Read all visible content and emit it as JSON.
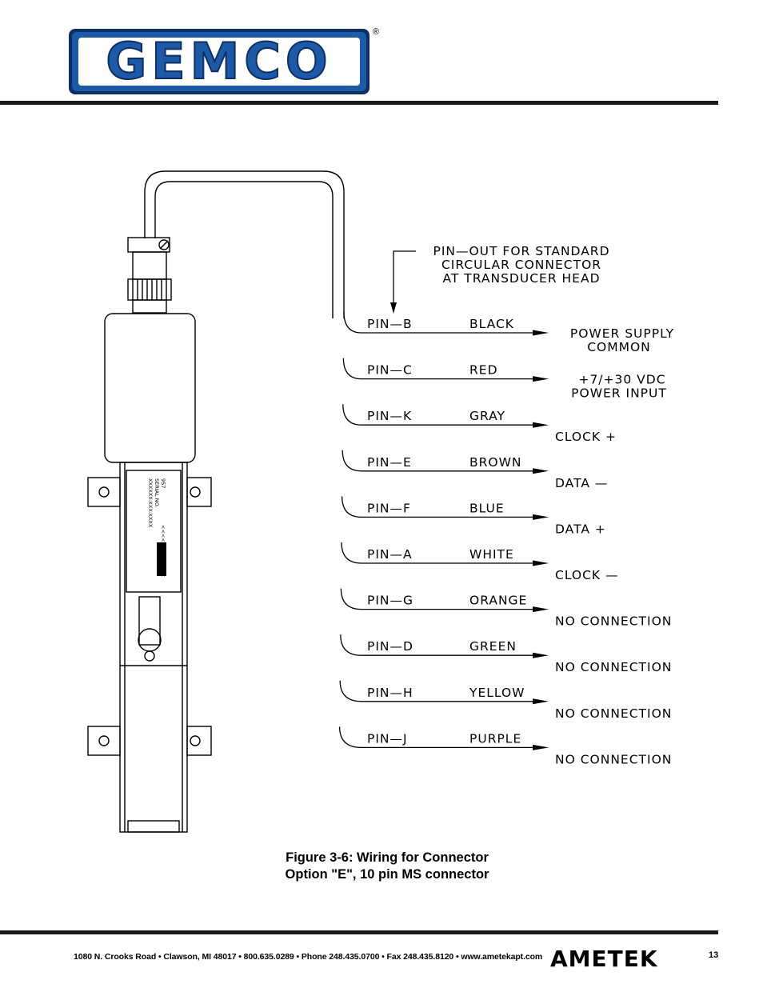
{
  "brand": {
    "logo_text": "GEMCO",
    "registered_mark": "®"
  },
  "figure": {
    "header": [
      "PIN—OUT FOR STANDARD",
      "CIRCULAR CONNECTOR",
      "AT TRANSDUCER HEAD"
    ],
    "rows": [
      {
        "pin": "PIN—B",
        "color": "BLACK",
        "fn": [
          "POWER  SUPPLY",
          "COMMON"
        ]
      },
      {
        "pin": "PIN—C",
        "color": "RED",
        "fn": [
          "+7/+30  VDC",
          "POWER  INPUT"
        ]
      },
      {
        "pin": "PIN—K",
        "color": "GRAY",
        "fn": [
          "CLOCK  +"
        ]
      },
      {
        "pin": "PIN—E",
        "color": "BROWN",
        "fn": [
          "DATA  —"
        ]
      },
      {
        "pin": "PIN—F",
        "color": "BLUE",
        "fn": [
          "DATA  +"
        ]
      },
      {
        "pin": "PIN—A",
        "color": "WHITE",
        "fn": [
          "CLOCK  —"
        ]
      },
      {
        "pin": "PIN—G",
        "color": "ORANGE",
        "fn": [
          "NO  CONNECTION"
        ]
      },
      {
        "pin": "PIN—D",
        "color": "GREEN",
        "fn": [
          "NO  CONNECTION"
        ]
      },
      {
        "pin": "PIN—H",
        "color": "YELLOW",
        "fn": [
          "NO  CONNECTION"
        ]
      },
      {
        "pin": "PIN—J",
        "color": "PURPLE",
        "fn": [
          "NO  CONNECTION"
        ]
      }
    ],
    "label_plate": [
      "957",
      "SERIAL NO.",
      "XXXXXX-XXX-XXXX",
      "<<<<<<<<<<<<"
    ],
    "caption_line1": "Figure 3-6: Wiring for Connector",
    "caption_line2": "Option \"E\", 10 pin MS connector"
  },
  "footer": {
    "address": "1080 N. Crooks Road • Clawson, MI 48017 • 800.635.0289 • Phone 248.435.0700 • Fax 248.435.8120 • www.ametekapt.com",
    "ametek_logo": "AMETEK",
    "page_number": "13"
  },
  "colors": {
    "logo_blue": "#1c5aa8",
    "logo_dark": "#0d2f63",
    "ink": "#000000"
  }
}
